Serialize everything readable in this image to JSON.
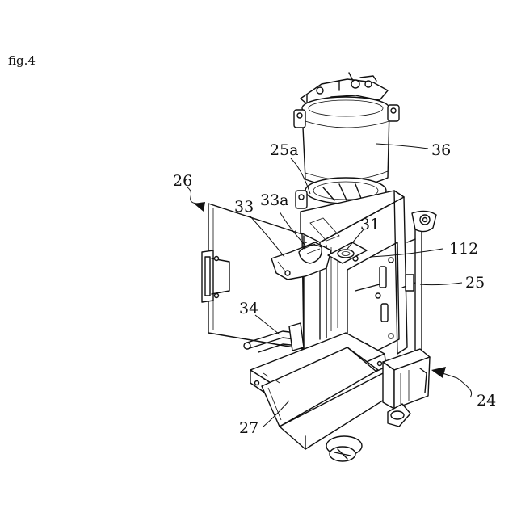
{
  "figure": {
    "title": "fig.4"
  },
  "labels": {
    "l26": "26",
    "l33": "33",
    "l33a": "33a",
    "l31": "31",
    "l112": "112",
    "l25": "25",
    "l34": "34",
    "l27": "27",
    "l24": "24",
    "l25a": "25a",
    "l36": "36"
  }
}
